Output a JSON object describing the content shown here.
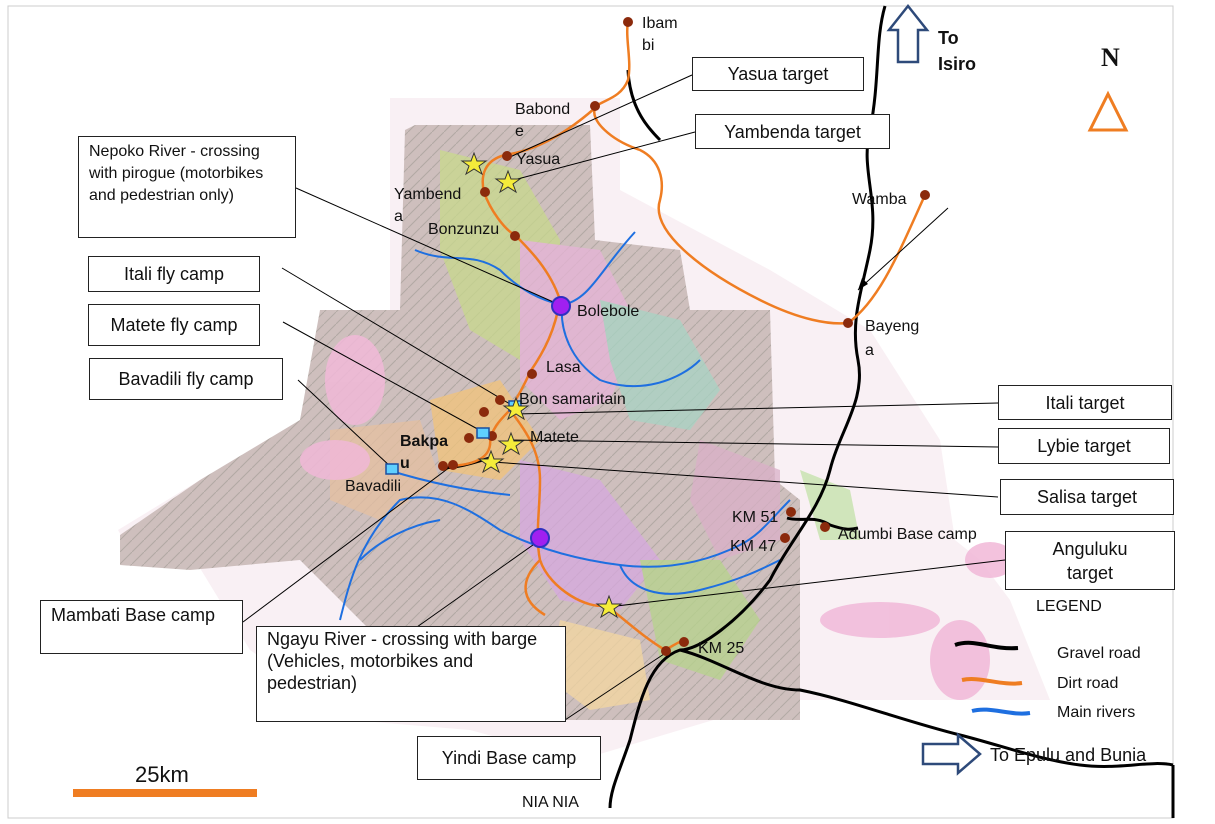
{
  "boxes": {
    "yasua_target": "Yasua target",
    "yambenda_target": "Yambenda target",
    "nepoko": "Nepoko River - crossing with pirogue (motorbikes and pedestrian only)",
    "itali_fly": "Itali fly camp",
    "matete_fly": "Matete fly camp",
    "bavadili_fly": "Bavadili fly camp",
    "itali_target": "Itali target",
    "lybie_target": "Lybie target",
    "salisa_target": "Salisa target",
    "anguluku_target": "Anguluku target",
    "mambati": "Mambati Base camp",
    "ngayu": "Ngayu River -  crossing with barge (Vehicles, motorbikes and pedestrian)",
    "yindi": "Yindi Base camp"
  },
  "places": {
    "ibambi": "Ibam\nbi",
    "babonde": "Babond\ne",
    "yasua": "Yasua",
    "yambenda": "Yambend\na",
    "bonzunzu": "Bonzunzu",
    "bolebole": "Bolebole",
    "lasa": "Lasa",
    "bon_samaritain": "Bon samaritain",
    "matete": "Matete",
    "bakpau": "Bakpa\nu",
    "bavadili": "Bavadili",
    "wamba": "Wamba",
    "bayenga": "Bayeng\na",
    "km51": "KM 51",
    "km47": "KM 47",
    "km25": "KM 25",
    "adumbi": "Adumbi Base camp",
    "nianiaa": "NIA NIA"
  },
  "directions": {
    "to_isiro": "To\nIsiro",
    "to_epulu": "To Epulu and Bunia",
    "north": "N"
  },
  "legend": {
    "title": "LEGEND",
    "items": [
      {
        "label": "Gravel road",
        "color": "#000000"
      },
      {
        "label": "Dirt road",
        "color": "#ef7d22"
      },
      {
        "label": "Main rivers",
        "color": "#1e6fe0"
      }
    ]
  },
  "scale": {
    "label": "25km",
    "color": "#ef7d22"
  },
  "colors": {
    "gravel_road": "#000000",
    "dirt_road": "#ef7d22",
    "river": "#1e6fe0",
    "town": "#8b2a0c",
    "target_star": "#f5ec3a",
    "crossing": "#a020f0",
    "camp": "#5fd0ff"
  }
}
